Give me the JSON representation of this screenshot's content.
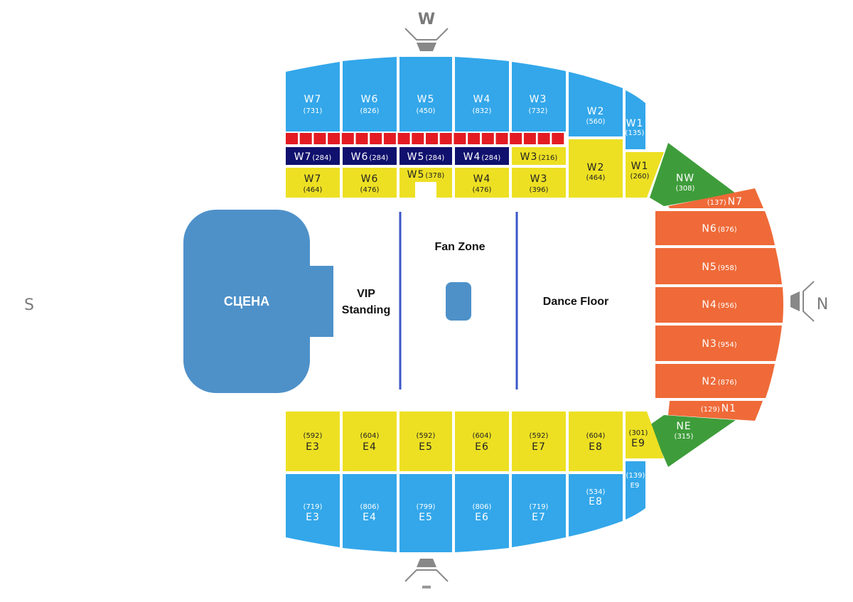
{
  "compass": {
    "west": "W",
    "north": "N",
    "south": "S"
  },
  "stage": {
    "label": "СЦЕНА"
  },
  "floor": {
    "vip_line1": "VIP",
    "vip_line2": "Standing",
    "fan_zone": "Fan Zone",
    "dance_floor": "Dance Floor"
  },
  "colors": {
    "upper_blue": "#33a7ea",
    "lower_yellow": "#ede023",
    "vip_navy": "#10106e",
    "red_strip": "#e31c23",
    "north_orange": "#ef6a38",
    "corner_green": "#3e9d3a",
    "stage_blue": "#4e91c9",
    "floor_line": "#3a56c8"
  },
  "sections": {
    "w7_upper": {
      "name": "W7",
      "cap": "(731)"
    },
    "w6_upper": {
      "name": "W6",
      "cap": "(826)"
    },
    "w5_upper": {
      "name": "W5",
      "cap": "(450)"
    },
    "w4_upper": {
      "name": "W4",
      "cap": "(832)"
    },
    "w3_upper": {
      "name": "W3",
      "cap": "(732)"
    },
    "w2_upper": {
      "name": "W2",
      "cap": "(560)"
    },
    "w1_upper": {
      "name": "W1",
      "cap": "(135)"
    },
    "w7_vip": {
      "name": "W7",
      "cap": "(284)"
    },
    "w6_vip": {
      "name": "W6",
      "cap": "(284)"
    },
    "w5_vip": {
      "name": "W5",
      "cap": "(284)"
    },
    "w4_vip": {
      "name": "W4",
      "cap": "(284)"
    },
    "w3_mid": {
      "name": "W3",
      "cap": "(216)"
    },
    "w7_lower": {
      "name": "W7",
      "cap": "(464)"
    },
    "w6_lower": {
      "name": "W6",
      "cap": "(476)"
    },
    "w5_lower": {
      "name": "W5",
      "cap": "(378)"
    },
    "w4_lower": {
      "name": "W4",
      "cap": "(476)"
    },
    "w3_lower": {
      "name": "W3",
      "cap": "(396)"
    },
    "w2_lower": {
      "name": "W2",
      "cap": "(464)"
    },
    "w1_lower": {
      "name": "W1",
      "cap": "(260)"
    },
    "nw": {
      "name": "NW",
      "cap": "(308)"
    },
    "n7": {
      "name": "N7",
      "cap": "(137)"
    },
    "n6": {
      "name": "N6",
      "cap": "(876)"
    },
    "n5": {
      "name": "N5",
      "cap": "(958)"
    },
    "n4": {
      "name": "N4",
      "cap": "(956)"
    },
    "n3": {
      "name": "N3",
      "cap": "(954)"
    },
    "n2": {
      "name": "N2",
      "cap": "(876)"
    },
    "n1": {
      "name": "N1",
      "cap": "(129)"
    },
    "ne": {
      "name": "NE",
      "cap": "(315)"
    },
    "e3_lower": {
      "name": "E3",
      "cap": "(592)"
    },
    "e4_lower": {
      "name": "E4",
      "cap": "(604)"
    },
    "e5_lower": {
      "name": "E5",
      "cap": "(592)"
    },
    "e6_lower": {
      "name": "E6",
      "cap": "(604)"
    },
    "e7_lower": {
      "name": "E7",
      "cap": "(592)"
    },
    "e8_lower": {
      "name": "E8",
      "cap": "(604)"
    },
    "e9_lower": {
      "name": "E9",
      "cap": "(301)"
    },
    "e3_upper": {
      "name": "E3",
      "cap": "(719)"
    },
    "e4_upper": {
      "name": "E4",
      "cap": "(806)"
    },
    "e5_upper": {
      "name": "E5",
      "cap": "(799)"
    },
    "e6_upper": {
      "name": "E6",
      "cap": "(806)"
    },
    "e7_upper": {
      "name": "E7",
      "cap": "(719)"
    },
    "e8_upper": {
      "name": "E8",
      "cap": "(534)"
    },
    "e9_upper": {
      "name": "E9",
      "cap": "(139)"
    }
  }
}
